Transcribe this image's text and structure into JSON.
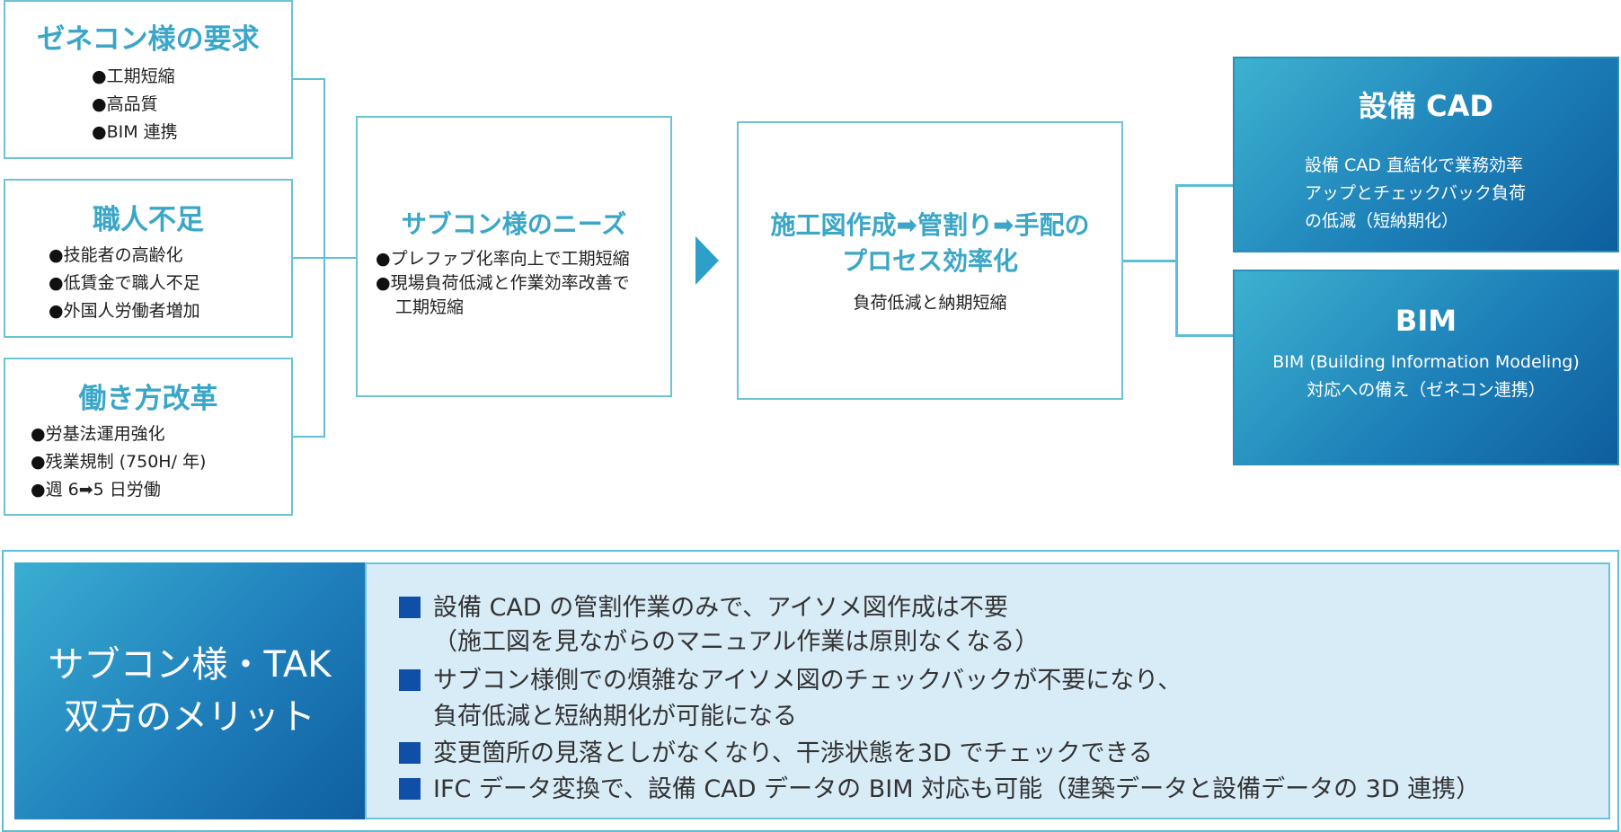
{
  "left_boxes": [
    {
      "title": "ゼネコン様の要求",
      "items": [
        "工期短縮",
        "高品質",
        "BIM 連携"
      ]
    },
    {
      "title": "職人不足",
      "items": [
        "技能者の高齢化",
        "低賃金で職人不足",
        "外国人労働者増加"
      ]
    },
    {
      "title": "働き方改革",
      "items": [
        "労基法運用強化",
        "残業規制 (750H/ 年)",
        "週 6➡5 日労働"
      ]
    }
  ],
  "needs": {
    "title": "サブコン様のニーズ",
    "items": [
      "プレファブ化率向上で工期短縮",
      "現場負荷低減と作業効率改善で",
      "工期短縮"
    ]
  },
  "process": {
    "title_line1": "施工図作成➡管割り➡手配の",
    "title_line2": "プロセス効率化",
    "subtitle": "負荷低減と納期短縮"
  },
  "solutions": [
    {
      "title": "設備 CAD",
      "desc": [
        "設備 CAD 直結化で業務効率",
        "アップとチェックバック負荷",
        "の低減（短納期化）"
      ]
    },
    {
      "title": "BIM",
      "desc": [
        "BIM (Building Information Modeling)",
        "対応への備え（ゼネコン連携）"
      ]
    }
  ],
  "merit": {
    "title_line1": "サブコン様・TAK",
    "title_line2": "双方のメリット",
    "rows": [
      {
        "bullet": true,
        "text": "設備 CAD の管割作業のみで、アイソメ図作成は不要"
      },
      {
        "bullet": false,
        "text": "（施工図を見ながらのマニュアル作業は原則なくなる）"
      },
      {
        "bullet": true,
        "text": "サブコン様側での煩雑なアイソメ図のチェックバックが不要になり、"
      },
      {
        "bullet": false,
        "text": "負荷低減と短納期化が可能になる"
      },
      {
        "bullet": true,
        "text": "変更箇所の見落としがなくなり、干渉状態を3D でチェックできる"
      },
      {
        "bullet": true,
        "text": "IFC データ変換で、設備 CAD データの BIM 対応も可能（建築データと設備データの 3D 連携）"
      }
    ]
  },
  "colors": {
    "accent": "#3aa6c8",
    "border": "#6cc3d6",
    "dark_blue": "#0f4fa8",
    "panel_bg": "#d8ecf8"
  }
}
